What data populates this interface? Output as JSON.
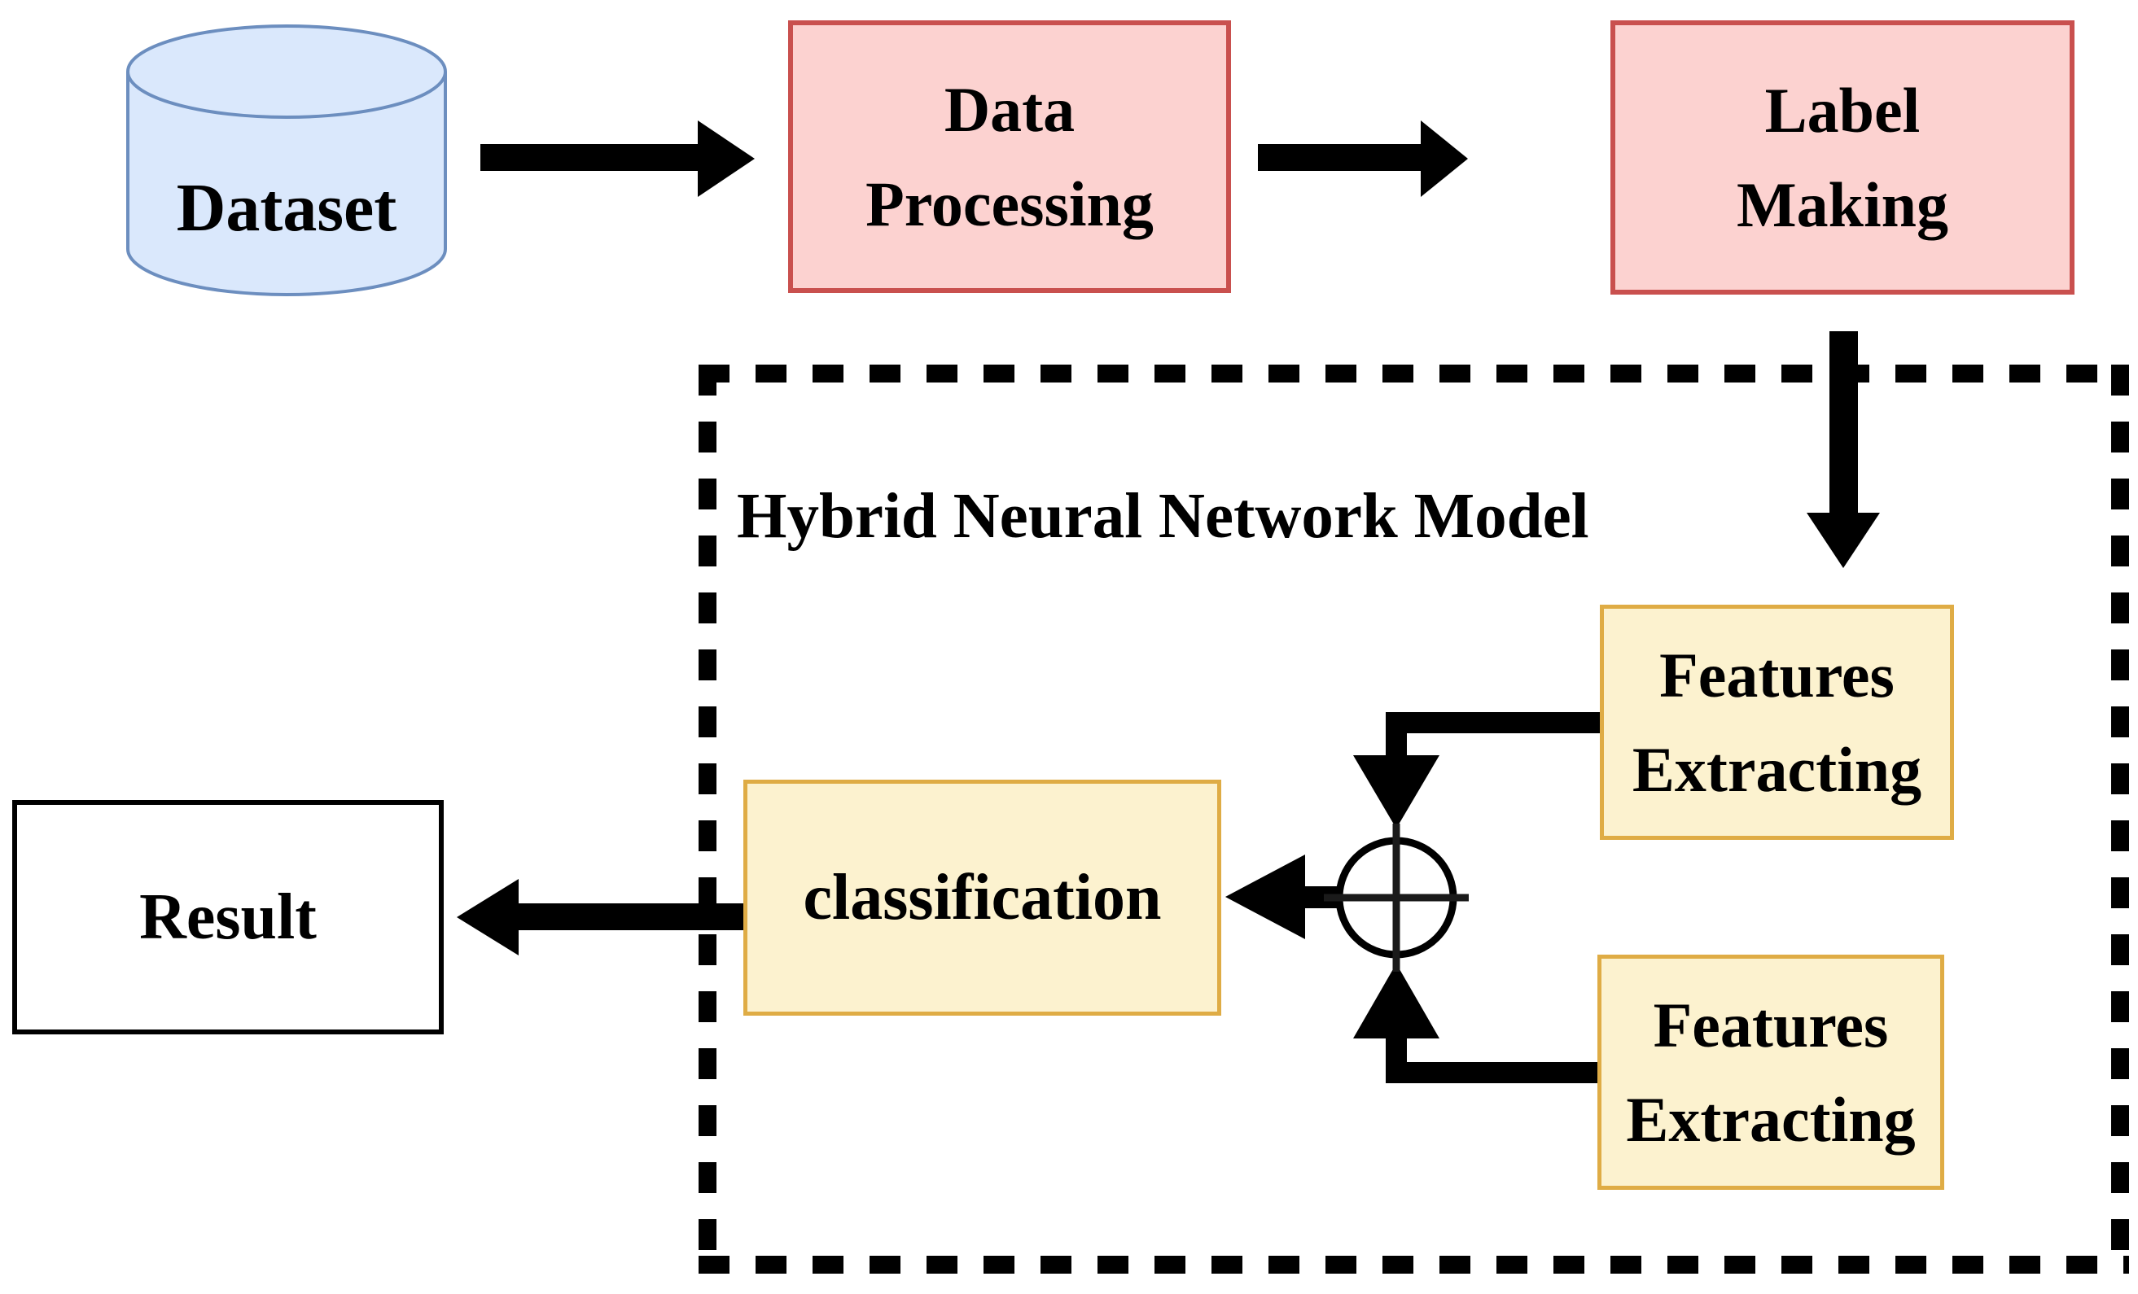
{
  "figure": {
    "group_title": "Hybrid Neural Network Model",
    "nodes": {
      "dataset": {
        "label": "Dataset",
        "shape": "cylinder",
        "fill": "#DAE8FC",
        "stroke": "#6C8EBF"
      },
      "data_processing": {
        "line1": "Data",
        "line2": "Processing",
        "fill": "#FCD2D0",
        "stroke": "#C9504E"
      },
      "label_making": {
        "line1": "Label",
        "line2": "Making",
        "fill": "#FCD2D0",
        "stroke": "#C9504E"
      },
      "features_extracting_top": {
        "line1": "Features",
        "line2": "Extracting",
        "fill": "#FCF2CF",
        "stroke": "#DFAC45"
      },
      "features_extracting_bottom": {
        "line1": "Features",
        "line2": "Extracting",
        "fill": "#FCF2CF",
        "stroke": "#DFAC45"
      },
      "classification": {
        "label": "classification",
        "fill": "#FCF2CF",
        "stroke": "#DFAC45"
      },
      "result": {
        "label": "Result",
        "fill": "#FFFFFF",
        "stroke": "#000000"
      },
      "sum": {
        "symbol": "⊕"
      }
    },
    "edges": [
      {
        "from": "Dataset",
        "to": "Data Processing"
      },
      {
        "from": "Data Processing",
        "to": "Label Making"
      },
      {
        "from": "Label Making",
        "to": "Features Extracting (top)"
      },
      {
        "from": "Features Extracting (top)",
        "to": "⊕"
      },
      {
        "from": "Features Extracting (bottom)",
        "to": "⊕"
      },
      {
        "from": "⊕",
        "to": "classification"
      },
      {
        "from": "classification",
        "to": "Result"
      }
    ],
    "colors": {
      "arrow": "#000000",
      "dashed_border": "#000000",
      "text": "#000000"
    }
  }
}
